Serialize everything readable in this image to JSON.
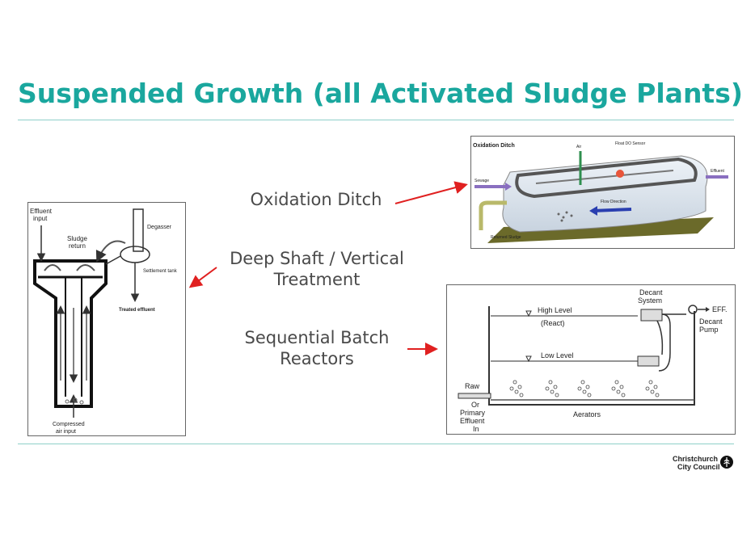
{
  "title": "Suspended Growth (all Activated Sludge Plants)",
  "colors": {
    "accent": "#1aa79e",
    "rule": "#8fd0c9",
    "pointer": "#e02020"
  },
  "labels": {
    "oxidation_ditch": "Oxidation Ditch",
    "deep_shaft": [
      "Deep Shaft / Vertical",
      "Treatment"
    ],
    "sbr": [
      "Sequential Batch",
      "Reactors"
    ]
  },
  "deep_shaft_diagram": {
    "effluent_input": [
      "Effluent",
      "input"
    ],
    "sludge_return": [
      "Sludge",
      "return"
    ],
    "degasser": "Degasser",
    "settlement_tank": "Settlement tank",
    "treated_effluent": "Treated effluent",
    "compressed_air": [
      "Compressed",
      "air input"
    ]
  },
  "oxidation_ditch_diagram": {
    "title": "Oxidation Ditch",
    "air": "Air",
    "sensor": "Float DO Sensor",
    "sewage": "Sewage",
    "effluent": "Effluent",
    "flow_direction": "Flow Direction",
    "returned_sludge": "Returned Sludge"
  },
  "sbr_diagram": {
    "decant_system": [
      "Decant",
      "System"
    ],
    "eff": "EFF.",
    "decant_pump": [
      "Decant",
      "Pump"
    ],
    "high_level": "High Level",
    "react": "(React)",
    "low_level": "Low Level",
    "raw": "Raw",
    "primary_effluent": [
      "Or",
      "Primary",
      "Effluent",
      "In"
    ],
    "aerators": "Aerators"
  },
  "logo": {
    "line1": "Christchurch",
    "line2": "City Council",
    "icon": "fern-leaf-icon"
  }
}
